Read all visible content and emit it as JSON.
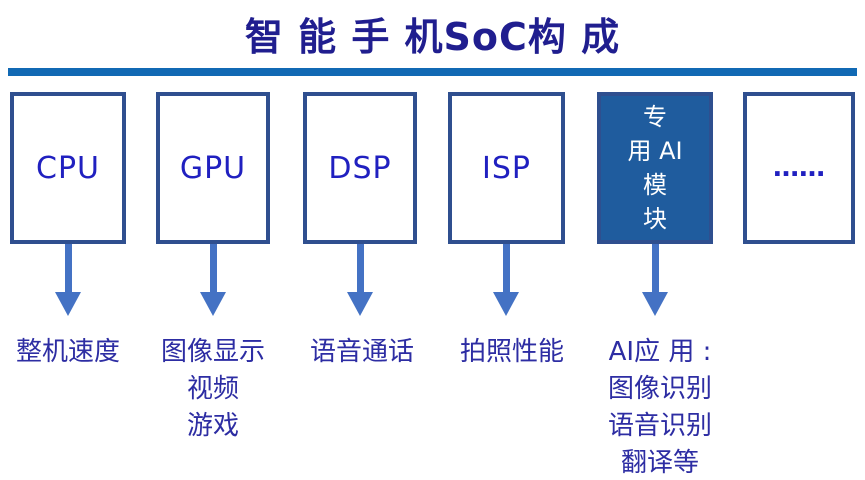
{
  "title": "智 能 手 机SoC构 成",
  "colors": {
    "title_text": "#201E8F",
    "divider": "#1169B4",
    "box_border": "#2F4F8F",
    "box_text": "#2020C0",
    "ai_box_fill": "#1F5C9E",
    "ai_box_text": "#FFFFFF",
    "arrow": "#4472C4",
    "label_text": "#2D2DA3"
  },
  "columns": [
    {
      "id": "cpu",
      "box_label": "CPU",
      "labels": [
        "整机速度"
      ]
    },
    {
      "id": "gpu",
      "box_label": "GPU",
      "labels": [
        "图像显示",
        "视频",
        "游戏"
      ]
    },
    {
      "id": "dsp",
      "box_label": "DSP",
      "labels": [
        "语音通话"
      ]
    },
    {
      "id": "isp",
      "box_label": "ISP",
      "labels": [
        "拍照性能"
      ]
    },
    {
      "id": "ai-module",
      "box_label": "专 用 AI 模 块",
      "box_lines": [
        "专",
        "用 AI",
        "模",
        "块"
      ],
      "highlighted": true,
      "labels": [
        "AI应 用 :",
        "图像识别",
        "语音识别",
        "翻译等"
      ]
    },
    {
      "id": "others",
      "box_label": "……",
      "labels": []
    }
  ]
}
